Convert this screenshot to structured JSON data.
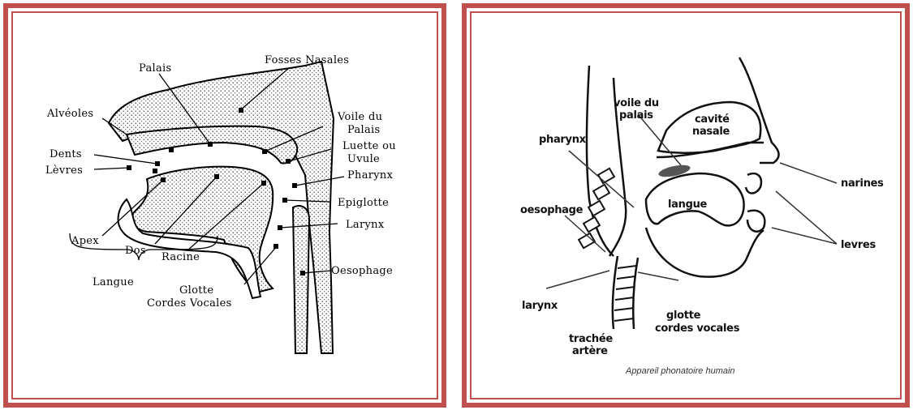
{
  "left_diagram": {
    "labels": {
      "fosses_nasales": "Fosses Nasales",
      "palais": "Palais",
      "alveoles": "Alvéoles",
      "voile_line1": "Voile du",
      "voile_line2": "Palais",
      "luette_line1": "Luette ou",
      "luette_line2": "Uvule",
      "dents": "Dents",
      "levres": "Lèvres",
      "pharynx": "Pharynx",
      "epiglotte": "Epiglotte",
      "larynx": "Larynx",
      "apex": "Apex",
      "dos": "Dos",
      "racine": "Racine",
      "langue": "Langue",
      "oesophage": "Oesophage",
      "glotte": "Glotte",
      "cordes_vocales": "Cordes Vocales"
    },
    "colors": {
      "frame": "#c0504d",
      "ink": "#000000"
    }
  },
  "right_diagram": {
    "labels": {
      "voile_line1": "voile du",
      "voile_line2": "palais",
      "cavite_line1": "cavité",
      "cavite_line2": "nasale",
      "pharynx": "pharynx",
      "narines": "narines",
      "oesophage": "oesophage",
      "langue": "langue",
      "levres": "levres",
      "larynx": "larynx",
      "glotte_line1": "glotte",
      "glotte_line2": "cordes vocales",
      "trachee_line1": "trachée",
      "trachee_line2": "artère"
    },
    "caption": "Appareil phonatoire humain",
    "colors": {
      "frame": "#c0504d",
      "ink": "#111111"
    }
  }
}
